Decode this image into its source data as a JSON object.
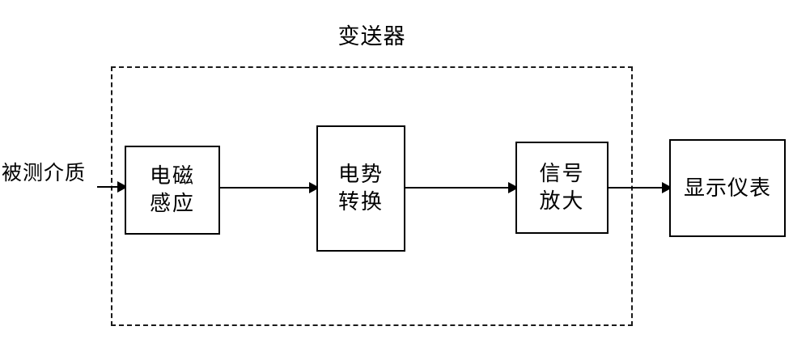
{
  "diagram": {
    "type": "block-flow-diagram",
    "enclosure": {
      "title": "变送器",
      "style": "dashed"
    },
    "external_input": {
      "label": "被测介质"
    },
    "blocks": [
      {
        "id": "induction",
        "lines": [
          "电磁",
          "感应"
        ]
      },
      {
        "id": "potential",
        "lines": [
          "电势",
          "转换"
        ]
      },
      {
        "id": "amplify",
        "lines": [
          "信号",
          "放大"
        ]
      },
      {
        "id": "display",
        "lines": [
          "显示仪表"
        ]
      }
    ],
    "arrows": [
      {
        "id": "medium-to-induction",
        "from": "被测介质",
        "to": "电磁感应"
      },
      {
        "id": "induction-to-potential",
        "from": "电磁感应",
        "to": "电势转换"
      },
      {
        "id": "potential-to-amplify",
        "from": "电势转换",
        "to": "信号放大"
      },
      {
        "id": "amplify-to-display",
        "from": "信号放大",
        "to": "显示仪表"
      }
    ],
    "colors": {
      "stroke": "#000000",
      "dashed_stroke": "#1a1a1a",
      "background": "#ffffff",
      "text": "#000000"
    }
  }
}
